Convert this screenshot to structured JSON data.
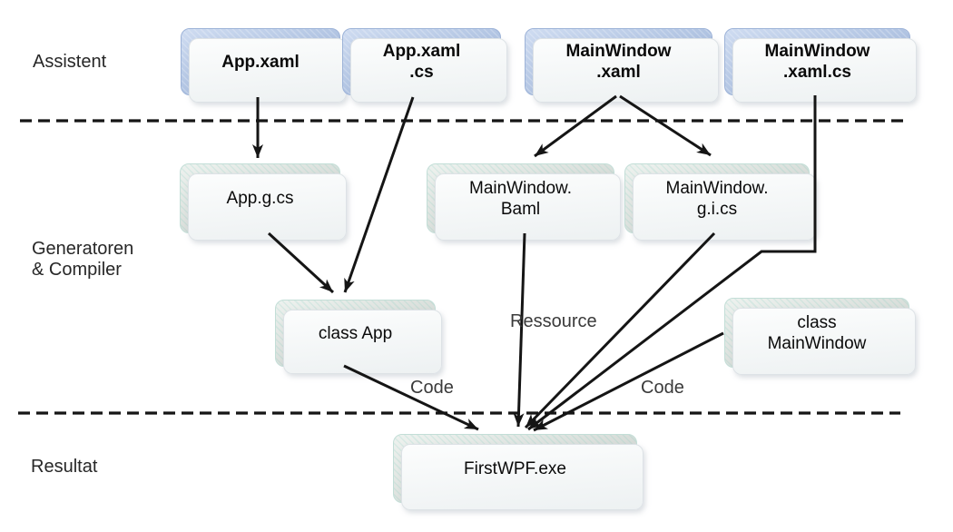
{
  "sections": {
    "assistent": {
      "label": "Assistent"
    },
    "generatoren": {
      "label": "Generatoren\n& Compiler"
    },
    "resultat": {
      "label": "Resultat"
    }
  },
  "nodes": {
    "app_xaml": {
      "label": "App.xaml"
    },
    "app_xaml_cs": {
      "label": "App.xaml\n.cs"
    },
    "mainwindow_xaml": {
      "label": "MainWindow\n.xaml"
    },
    "mainwindow_xaml_cs": {
      "label": "MainWindow\n.xaml.cs"
    },
    "app_g_cs": {
      "label": "App.g.cs"
    },
    "mainwindow_baml": {
      "label": "MainWindow.\nBaml"
    },
    "mainwindow_g_i_cs": {
      "label": "MainWindow.\ng.i.cs"
    },
    "class_app": {
      "label": "class App"
    },
    "class_mainwindow": {
      "label": "class\nMainWindow"
    },
    "firstwpf_exe": {
      "label": "FirstWPF.exe"
    }
  },
  "edge_labels": {
    "ressource": "Ressource",
    "code_left": "Code",
    "code_right": "Code"
  },
  "colors": {
    "source_box_top": "#cfdcf1",
    "source_box_bottom": "#94add4",
    "gen_box_top": "#eef2ef",
    "gen_box_bottom": "#c7cdc8",
    "line_color": "#151515",
    "label_color": "#3a3a3a"
  }
}
